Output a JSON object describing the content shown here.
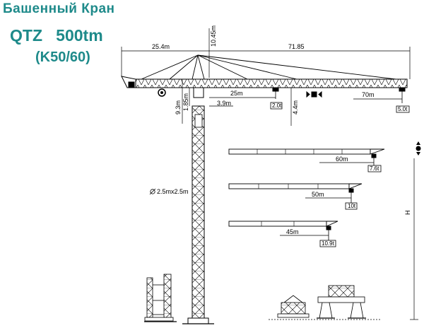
{
  "title": {
    "line1": "Башенный Кран",
    "model": "QTZ",
    "capacity": "500tm",
    "variant": "(K50/60)"
  },
  "dimensions": {
    "counter_jib": "25.4m",
    "jib_length": "71.85",
    "tower_head": "10.45m",
    "counter_jib_height": "9.3m",
    "climb_height": "1.85m",
    "trolley_near": "3.9m",
    "load_radius_25": "25m",
    "hook_drop": "4.4m",
    "load_radius_70": "70m",
    "mast_section": "2.5mx2.5m",
    "height": "H"
  },
  "loads": {
    "near": "2.0t",
    "tip": "5.0t"
  },
  "jib_variants": [
    {
      "radius": "60m",
      "load": "7.6t"
    },
    {
      "radius": "50m",
      "load": "10t"
    },
    {
      "radius": "45m",
      "load": "10.9t"
    }
  ]
}
